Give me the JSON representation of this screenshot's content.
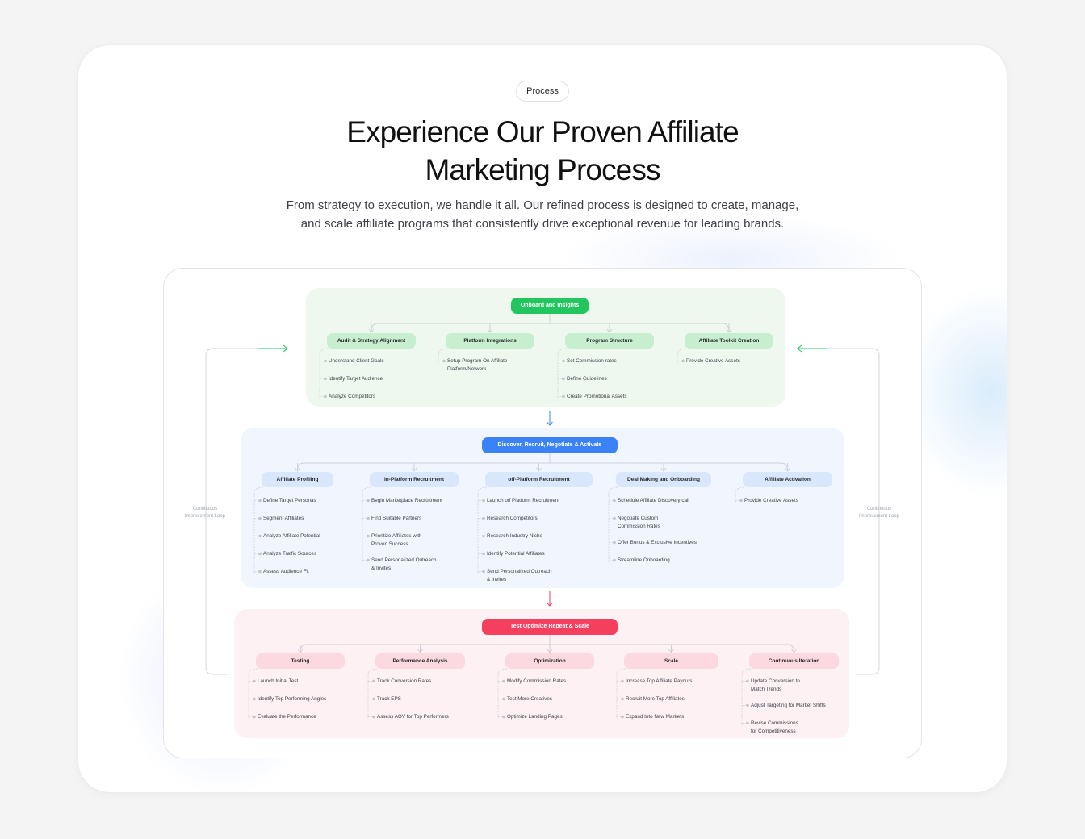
{
  "header": {
    "eyebrow": "Process",
    "title_line1": "Experience Our Proven Affiliate",
    "title_line2": "Marketing Process",
    "subtitle_line1": "From strategy to execution, we handle it all. Our refined process is designed to create, manage,",
    "subtitle_line2": "and scale affiliate programs that consistently drive exceptional revenue for leading brands."
  },
  "colors": {
    "green": "#22c55e",
    "blue": "#3b82f6",
    "red": "#f43f5e",
    "loop_line": "#d4d4d8"
  },
  "diagram": {
    "loop_left": [
      "Continuous",
      "Improvement Loop"
    ],
    "loop_right": [
      "Continuous",
      "Improvement Loop"
    ],
    "stages": [
      {
        "title": "Onboard and Insights",
        "groups": [
          {
            "title": "Audit & Strategy Alignment",
            "items": [
              [
                "Understand Client Goals"
              ],
              [
                "Identify Target Audience"
              ],
              [
                "Analyze Competitors"
              ]
            ]
          },
          {
            "title": "Platform Integrations",
            "items": [
              [
                "Setup Program On Affiliate",
                "Platform/Network"
              ]
            ]
          },
          {
            "title": "Program Structure",
            "items": [
              [
                "Set Commission rates"
              ],
              [
                "Define Guidelines"
              ],
              [
                "Create Promotional Assets"
              ]
            ]
          },
          {
            "title": "Affiliate Toolkit Creation",
            "items": [
              [
                "Provide Creative Assets"
              ]
            ]
          }
        ]
      },
      {
        "title": "Discover, Recruit, Negotiate & Activate",
        "groups": [
          {
            "title": "Affiliate Profiling",
            "items": [
              [
                "Define Target Personas"
              ],
              [
                "Segment Affiliates"
              ],
              [
                "Analyze Affiliate Potential"
              ],
              [
                "Analyze Traffic Sources"
              ],
              [
                "Assess Audience Fit"
              ]
            ]
          },
          {
            "title": "In-Platform Recruitment",
            "items": [
              [
                "Begin Marketplace Recruitment"
              ],
              [
                "Find Suitable Partners"
              ],
              [
                "Prioritize Affiliates with",
                "Proven Success"
              ],
              [
                "Send Personalized Outreach",
                "& Invites"
              ]
            ]
          },
          {
            "title": "off-Platform Recruitment",
            "items": [
              [
                "Launch off Platform Recruitment"
              ],
              [
                "Research Competitors"
              ],
              [
                "Research Industry Niche"
              ],
              [
                "Identify Potential Affiliates"
              ],
              [
                "Send Personalized Outreach",
                "& Invites"
              ]
            ]
          },
          {
            "title": "Deal Making and Onboarding",
            "items": [
              [
                "Schedule Affiliate Discovery call"
              ],
              [
                "Negotiate Custom",
                "Commission Rates"
              ],
              [
                "Offer Bonus & Exclusive Incentives"
              ],
              [
                "Streamline Onboarding"
              ]
            ]
          },
          {
            "title": "Affiliate Activation",
            "items": [
              [
                "Provide Creative Assets"
              ]
            ]
          }
        ]
      },
      {
        "title": "Test Optimize Repeat & Scale",
        "groups": [
          {
            "title": "Testing",
            "items": [
              [
                "Launch Initial Test"
              ],
              [
                "Identify Top Performing Angles"
              ],
              [
                "Evaluate the Performance"
              ]
            ]
          },
          {
            "title": "Performance Analysis",
            "items": [
              [
                "Track Conversion Rates"
              ],
              [
                "Track EPS"
              ],
              [
                "Assess AOV for Top Performers"
              ]
            ]
          },
          {
            "title": "Optimization",
            "items": [
              [
                "Modify Commission Rates"
              ],
              [
                "Test More Creatives"
              ],
              [
                "Optimize Landing Pages"
              ]
            ]
          },
          {
            "title": "Scale",
            "items": [
              [
                "Increase Top Affiliate Payouts"
              ],
              [
                "Recruit More Top Affiliates"
              ],
              [
                "Expand Into New Markets"
              ]
            ]
          },
          {
            "title": "Continuous Iteration",
            "items": [
              [
                "Update Conversion to",
                "Match Trends"
              ],
              [
                "Adjust Targeting for Market Shifts"
              ],
              [
                "Revise Commissions",
                "for Competitiveness"
              ]
            ]
          }
        ]
      }
    ]
  }
}
